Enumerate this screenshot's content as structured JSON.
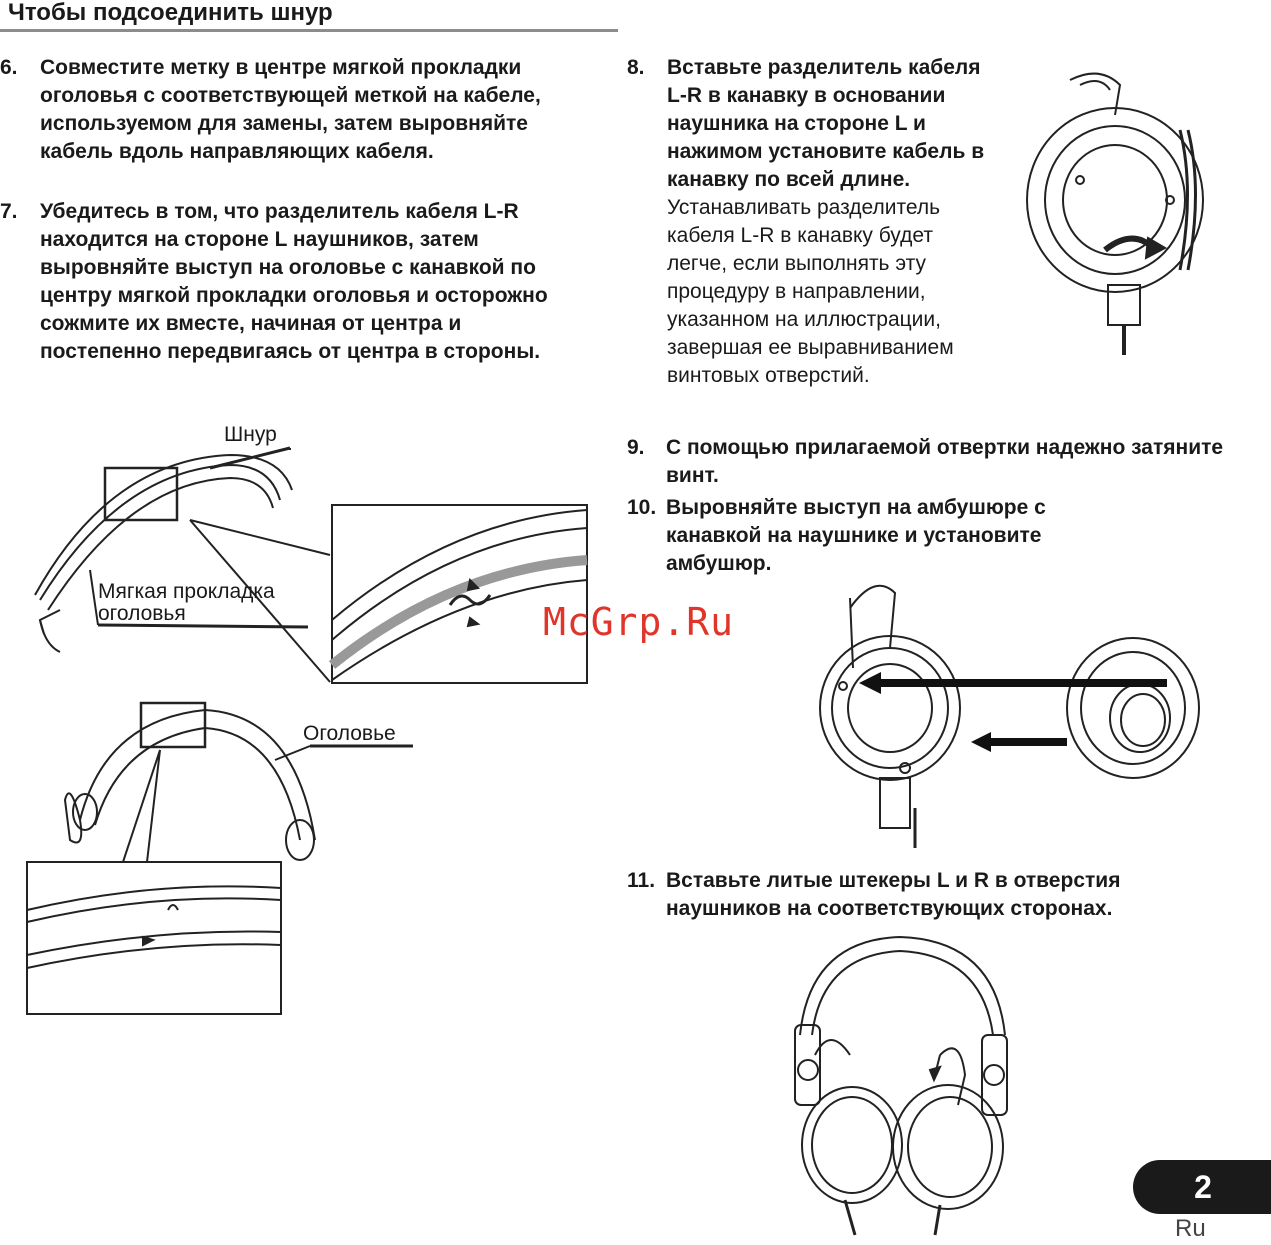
{
  "section_title": "Чтобы подсоединить шнур",
  "steps": [
    {
      "num": "6.",
      "text": "Совместите метку в центре мягкой прокладки оголовья с соответствующей меткой на кабеле, используемом для замены, затем выровняйте кабель вдоль направляющих кабеля."
    },
    {
      "num": "7.",
      "text": "Убедитесь в том, что разделитель кабеля L-R находится на стороне L наушников, затем выровняйте выступ на оголовье с канавкой по центру мягкой прокладки оголовья и осторожно сожмите их вместе, начиная от центра и постепенно передвигаясь от центра в стороны."
    },
    {
      "num": "8.",
      "text": "Вставьте разделитель кабеля L-R в канавку в основании наушника на стороне L и нажимом установите кабель в канавку по всей длине.",
      "note": "Устанавливать разделитель кабеля L-R в канавку будет легче, если выполнять эту процедуру в направлении, указанном на иллюстрации, завершая ее выравниванием винтовых отверстий."
    },
    {
      "num": "9.",
      "text": "С помощью прилагаемой отвертки надежно затяните винт."
    },
    {
      "num": "10.",
      "text": "Выровняйте выступ на амбушюре с канавкой на наушнике и установите амбушюр."
    },
    {
      "num": "11.",
      "text": "Вставьте литые штекеры L и R в отверстия наушников на соответствующих сторонах."
    }
  ],
  "labels": {
    "cord": "Шнур",
    "soft_pad": "Мягкая прокладка оголовья",
    "headband": "Оголовье"
  },
  "watermark": "McGrp.Ru",
  "page_number": "2",
  "language": "Ru"
}
